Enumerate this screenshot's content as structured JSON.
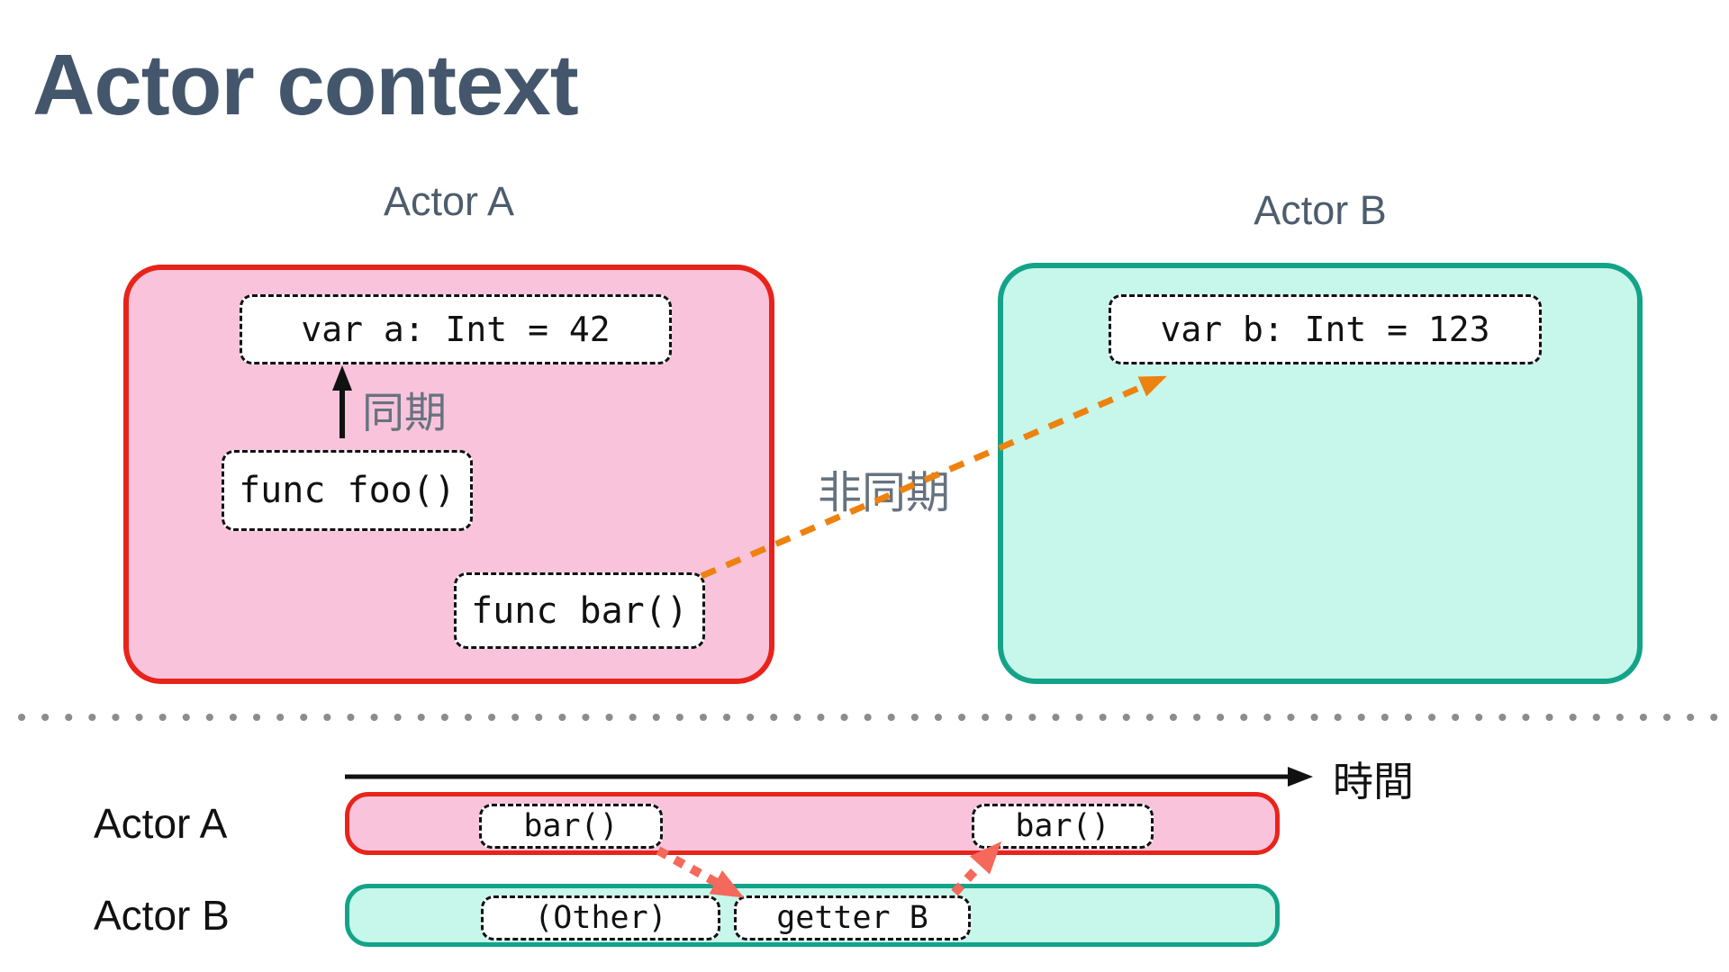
{
  "title": "Actor context",
  "top": {
    "actor_a": {
      "label": "Actor A",
      "var_box": "var a: Int = 42",
      "foo_box": "func foo()",
      "bar_box": "func bar()",
      "sync_arrow_label": "同期"
    },
    "actor_b": {
      "label": "Actor B",
      "var_box": "var b: Int = 123"
    },
    "async_arrow_label": "非同期"
  },
  "timeline": {
    "time_axis_label": "時間",
    "rows": [
      {
        "label": "Actor A",
        "segments": [
          "bar()",
          "bar()"
        ]
      },
      {
        "label": "Actor B",
        "segments": [
          "(Other)",
          "getter B"
        ]
      }
    ]
  },
  "colors": {
    "title_text": "#44566B",
    "label_text": "#5C6B7A",
    "actor_a_fill": "#F9C3DC",
    "actor_a_border": "#E8241A",
    "actor_b_fill": "#C7F6EA",
    "actor_b_border": "#14A389",
    "sync_arrow": "#111111",
    "async_arrow": "#ED820E",
    "timeline_hop_arrow": "#F4695B",
    "divider_dots": "#8C8C8C",
    "code_text": "#111111"
  }
}
